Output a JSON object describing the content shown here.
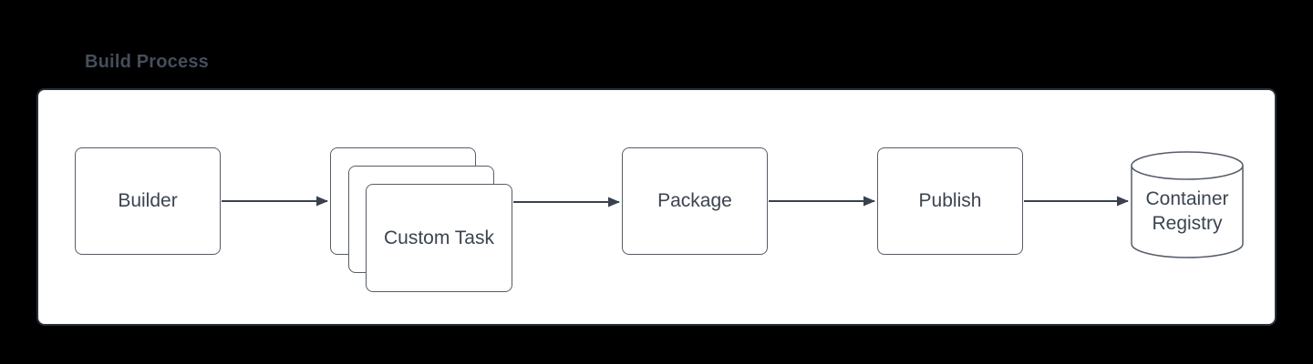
{
  "diagram": {
    "title": "Build Process",
    "colors": {
      "page_background": "#000000",
      "canvas_fill": "#ffffff",
      "canvas_border": "#28303c",
      "node_fill": "#ffffff",
      "node_border": "#555d69",
      "text": "#3b4450",
      "arrow": "#39414e",
      "title_text": "#454e5b"
    },
    "nodes": [
      {
        "id": "builder",
        "shape": "rectangle",
        "label": "Builder"
      },
      {
        "id": "custom-task",
        "shape": "stacked-rectangles",
        "label": "Custom Task",
        "stack_count": 3
      },
      {
        "id": "package",
        "shape": "rectangle",
        "label": "Package"
      },
      {
        "id": "publish",
        "shape": "rectangle",
        "label": "Publish"
      },
      {
        "id": "container-registry",
        "shape": "cylinder",
        "label": "Container Registry",
        "label_lines": {
          "0": "Container",
          "1": "Registry"
        }
      }
    ],
    "edges": [
      {
        "from": "builder",
        "to": "custom-task",
        "style": "arrow"
      },
      {
        "from": "custom-task",
        "to": "package",
        "style": "arrow"
      },
      {
        "from": "package",
        "to": "publish",
        "style": "arrow"
      },
      {
        "from": "publish",
        "to": "container-registry",
        "style": "arrow"
      }
    ]
  }
}
